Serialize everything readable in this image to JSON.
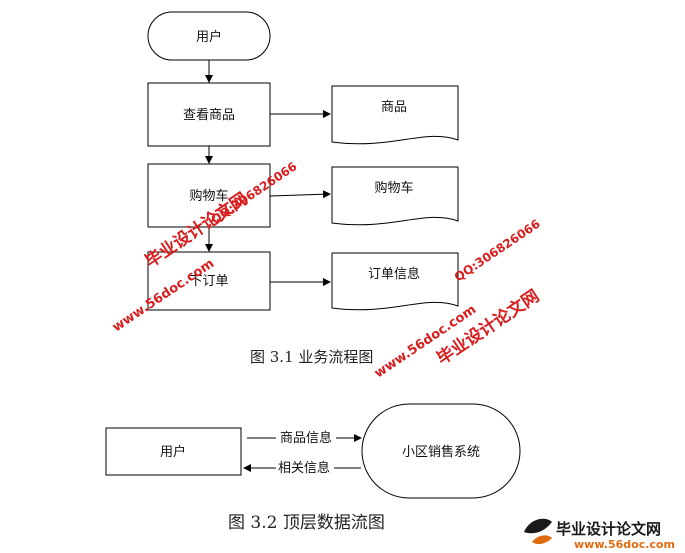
{
  "figure1": {
    "start": "用户",
    "process_1": "查看商品",
    "process_2": "购物车",
    "process_3": "下订单",
    "doc_1": "商品",
    "doc_2": "购物车",
    "doc_3": "订单信息",
    "caption": "图 3.1 业务流程图"
  },
  "figure2": {
    "entity": "用户",
    "system": "小区销售系统",
    "flow_in": "商品信息",
    "flow_out": "相关信息",
    "caption": "图 3.2 顶层数据流图"
  },
  "watermark": {
    "name": "毕业设计论文网",
    "url": "www.56doc.com",
    "qq": "QQ:306826066",
    "brand_name": "毕业设计论文网",
    "brand_url": "www.56doc.com"
  },
  "colors": {
    "line": "#000000",
    "watermark": "#d81e1e",
    "brand_accent": "#e06a10"
  }
}
